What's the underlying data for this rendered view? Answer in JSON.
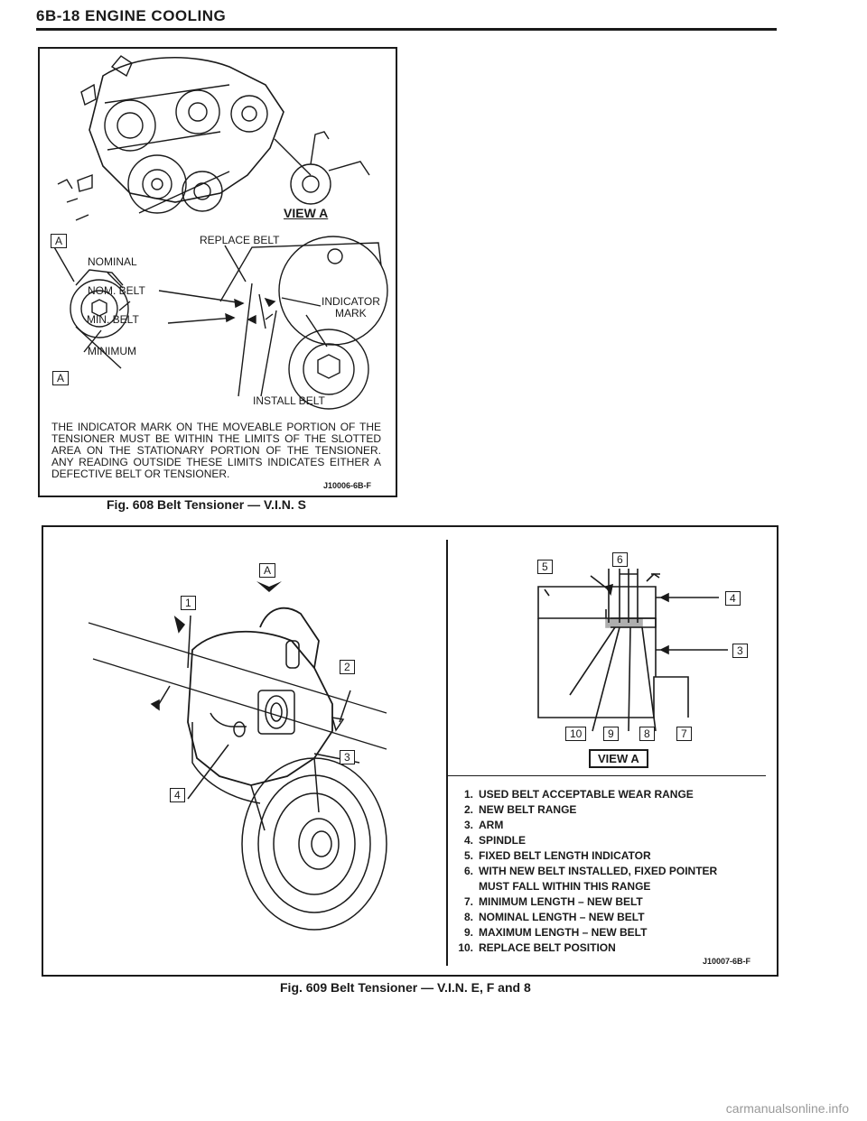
{
  "header": {
    "title": "6B-18 ENGINE COOLING"
  },
  "fig608": {
    "view_title": "VIEW A",
    "labels": {
      "a_top": "A",
      "a_bottom": "A",
      "replace_belt": "REPLACE BELT",
      "nominal": "NOMINAL",
      "nom_belt": "NOM. BELT",
      "indicator": "INDICATOR",
      "mark": "MARK",
      "min_belt": "MIN. BELT",
      "minimum": "MINIMUM",
      "install_belt": "INSTALL BELT"
    },
    "paragraph": "THE INDICATOR MARK ON THE MOVEABLE PORTION OF THE TENSIONER MUST BE WITHIN THE LIMITS OF THE SLOTTED AREA ON THE STATIONARY PORTION OF THE TENSIONER. ANY READING OUTSIDE THESE LIMITS INDICATES EITHER A DEFECTIVE BELT OR TENSIONER.",
    "ref_code": "J10006-6B-F",
    "caption": "Fig. 608 Belt Tensioner — V.I.N. S"
  },
  "fig609": {
    "left_callouts": {
      "a": "A",
      "c1": "1",
      "c2": "2",
      "c3": "3",
      "c4": "4"
    },
    "right_callouts": {
      "c5": "5",
      "c6": "6",
      "c4": "4",
      "c3": "3",
      "c10": "10",
      "c9": "9",
      "c8": "8",
      "c7": "7"
    },
    "view_label": "VIEW A",
    "legend": [
      {
        "n": "1.",
        "text": "USED BELT ACCEPTABLE WEAR RANGE"
      },
      {
        "n": "2.",
        "text": "NEW BELT RANGE"
      },
      {
        "n": "3.",
        "text": "ARM"
      },
      {
        "n": "4.",
        "text": "SPINDLE"
      },
      {
        "n": "5.",
        "text": "FIXED BELT LENGTH INDICATOR"
      },
      {
        "n": "6.",
        "text": "WITH NEW BELT INSTALLED, FIXED POINTER"
      },
      {
        "n": "",
        "text": "MUST FALL WITHIN THIS RANGE"
      },
      {
        "n": "7.",
        "text": "MINIMUM LENGTH – NEW BELT"
      },
      {
        "n": "8.",
        "text": "NOMINAL LENGTH – NEW BELT"
      },
      {
        "n": "9.",
        "text": "MAXIMUM LENGTH – NEW BELT"
      },
      {
        "n": "10.",
        "text": "REPLACE BELT POSITION"
      }
    ],
    "ref_code": "J10007-6B-F",
    "caption": "Fig. 609 Belt Tensioner — V.I.N. E, F and 8"
  },
  "watermark": "carmanualsonline.info"
}
